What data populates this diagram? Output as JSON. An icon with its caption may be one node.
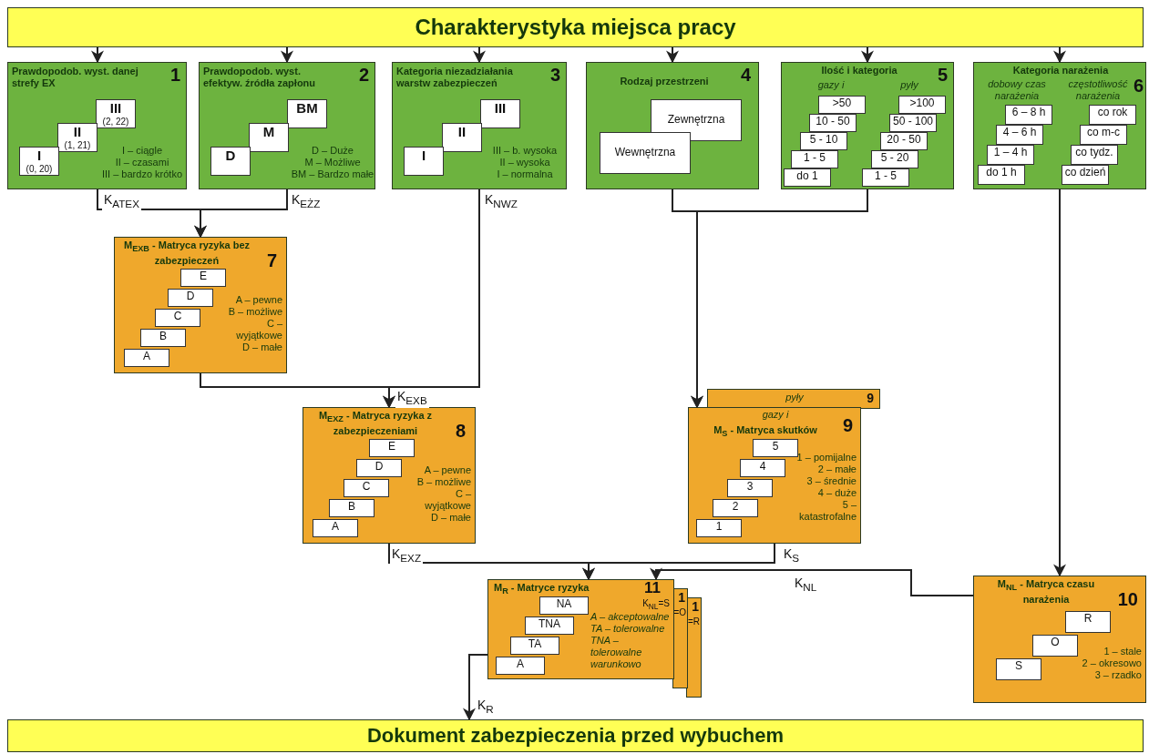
{
  "diagram": {
    "nodes": [
      {
        "text": [
          "Charakterystyka  miejsca pracy"
        ]
      },
      {
        "text": [
          "Prawdopodob. wyst. danej strefy EX",
          "1",
          "I – ciągle",
          "II – czasami",
          "III – bardzo krótko"
        ]
      },
      {
        "text": [
          "III",
          "(2, 22)"
        ],
        "in": 1
      },
      {
        "text": [
          "II",
          "(1, 21)"
        ],
        "in": 1
      },
      {
        "text": [
          "I",
          "(0, 20)"
        ],
        "in": 1
      },
      {
        "text": [
          "Prawdopodob. wyst. efektyw. źródła zapłonu",
          "2",
          "D – Duże",
          "M – Możliwe",
          "BM – Bardzo małe"
        ]
      },
      {
        "text": [
          "BM"
        ],
        "in": 5
      },
      {
        "text": [
          "M"
        ],
        "in": 5
      },
      {
        "text": [
          "D"
        ],
        "in": 5
      },
      {
        "text": [
          "Kategoria niezadziałania warstw zabezpieczeń",
          "3",
          "III – b. wysoka",
          "II – wysoka",
          "I – normalna"
        ]
      },
      {
        "text": [
          "III"
        ],
        "in": 9
      },
      {
        "text": [
          "II"
        ],
        "in": 9
      },
      {
        "text": [
          "I"
        ],
        "in": 9
      },
      {
        "text": [
          "Rodzaj przestrzeni",
          "4"
        ]
      },
      {
        "text": [
          "Zewnętrzna"
        ],
        "in": 13
      },
      {
        "text": [
          "Wewnętrzna"
        ],
        "in": 13
      },
      {
        "text": [
          "Ilość i kategoria",
          "gazy i",
          "pyły",
          "5"
        ]
      },
      {
        "text": [
          ">50"
        ],
        "in": 16
      },
      {
        "text": [
          "10 - 50"
        ],
        "in": 16
      },
      {
        "text": [
          "5 - 10"
        ],
        "in": 16
      },
      {
        "text": [
          "1 - 5"
        ],
        "in": 16
      },
      {
        "text": [
          "do 1"
        ],
        "in": 16
      },
      {
        "text": [
          ">100"
        ],
        "in": 16
      },
      {
        "text": [
          "50 - 100"
        ],
        "in": 16
      },
      {
        "text": [
          "20 - 50"
        ],
        "in": 16
      },
      {
        "text": [
          "5 - 20"
        ],
        "in": 16
      },
      {
        "text": [
          "1 - 5"
        ],
        "in": 16
      },
      {
        "text": [
          "Kategoria narażenia",
          "dobowy czas narażenia",
          "częstotliwość narażenia",
          "6"
        ]
      },
      {
        "text": [
          "6 – 8 h"
        ],
        "in": 27
      },
      {
        "text": [
          "4 – 6 h"
        ],
        "in": 27
      },
      {
        "text": [
          "1 – 4 h"
        ],
        "in": 27
      },
      {
        "text": [
          "do 1 h"
        ],
        "in": 27
      },
      {
        "text": [
          "co rok"
        ],
        "in": 27
      },
      {
        "text": [
          "co m-c"
        ],
        "in": 27
      },
      {
        "text": [
          "co tydz."
        ],
        "in": 27
      },
      {
        "text": [
          "co dzień"
        ],
        "in": 27
      },
      {
        "text": [
          "M$_{EXB}$ - Matryca ryzyka bez zabezpieczeń",
          "7",
          "A – pewne",
          "B – możliwe",
          "C – wyjątkowe",
          "D – małe"
        ]
      },
      {
        "text": [
          "E"
        ],
        "in": 36
      },
      {
        "text": [
          "D"
        ],
        "in": 36
      },
      {
        "text": [
          "C"
        ],
        "in": 36
      },
      {
        "text": [
          "B"
        ],
        "in": 36
      },
      {
        "text": [
          "A"
        ],
        "in": 36
      },
      {
        "text": [
          "M$_{EXZ}$ - Matryca ryzyka z zabezpieczeniami",
          "8",
          "A – pewne",
          "B – możliwe",
          "C – wyjątkowe",
          "D – małe"
        ]
      },
      {
        "text": [
          "E"
        ],
        "in": 42
      },
      {
        "text": [
          "D"
        ],
        "in": 42
      },
      {
        "text": [
          "C"
        ],
        "in": 42
      },
      {
        "text": [
          "B"
        ],
        "in": 42
      },
      {
        "text": [
          "A"
        ],
        "in": 42
      },
      {
        "text": [
          "pyły",
          "9"
        ]
      },
      {
        "text": [
          "gazy i",
          "9",
          "M$_{S}$ - Matryca skutków",
          "1 – pomijalne",
          "2 – małe",
          "3 – średnie",
          "4 – duże",
          "5 – katastrofalne"
        ]
      },
      {
        "text": [
          "5"
        ],
        "in": 49
      },
      {
        "text": [
          "4"
        ],
        "in": 49
      },
      {
        "text": [
          "3"
        ],
        "in": 49
      },
      {
        "text": [
          "2"
        ],
        "in": 49
      },
      {
        "text": [
          "1"
        ],
        "in": 49
      },
      {
        "text": [
          "M$_{NL}$ - Matryca czasu narażenia",
          "10",
          "1 – stale",
          "2 – okresowo",
          "3 – rzadko"
        ]
      },
      {
        "text": [
          "R"
        ],
        "in": 55
      },
      {
        "text": [
          "O"
        ],
        "in": 55
      },
      {
        "text": [
          "S"
        ],
        "in": 55
      },
      {
        "text": [
          "M$_{R}$ - Matryce ryzyka",
          "11",
          "K$_{NL}$=S",
          "A – akceptowalne",
          "TA – tolerowalne",
          "TNA – tolerowalne warunkowo"
        ]
      },
      {
        "text": [
          "NA"
        ],
        "in": 59
      },
      {
        "text": [
          "TNA"
        ],
        "in": 59
      },
      {
        "text": [
          "TA"
        ],
        "in": 59
      },
      {
        "text": [
          "A"
        ],
        "in": 59
      },
      {
        "text": [
          "1",
          "=O"
        ]
      },
      {
        "text": [
          "1",
          "=R"
        ]
      },
      {
        "text": [
          "Dokument zabezpieczenia przed wybuchem"
        ]
      }
    ],
    "edges": [
      {
        "from": 0,
        "to": 1,
        "arrow": "to"
      },
      {
        "from": 0,
        "to": 5,
        "arrow": "to"
      },
      {
        "from": 0,
        "to": 9,
        "arrow": "to"
      },
      {
        "from": 0,
        "to": 13,
        "arrow": "to"
      },
      {
        "from": 0,
        "to": 16,
        "arrow": "to"
      },
      {
        "from": 0,
        "to": 27,
        "arrow": "to"
      },
      {
        "from": 1,
        "to": 36,
        "arrow": "to",
        "label": "K$_{ATEX}$"
      },
      {
        "from": 5,
        "to": 36,
        "arrow": "to",
        "label": "K$_{EŻZ}$"
      },
      {
        "from": 36,
        "to": 42,
        "arrow": "to",
        "label": "K$_{EXB}$"
      },
      {
        "from": 9,
        "to": 42,
        "arrow": "to",
        "label": "K$_{NWZ}$"
      },
      {
        "from": 13,
        "to": 49,
        "arrow": "to"
      },
      {
        "from": 16,
        "to": 49,
        "arrow": "to"
      },
      {
        "from": 27,
        "to": 55,
        "arrow": "to"
      },
      {
        "from": 42,
        "to": 59,
        "arrow": "to",
        "label": "K$_{EXZ}$"
      },
      {
        "from": 49,
        "to": 59,
        "arrow": "to",
        "label": "K$_{S}$"
      },
      {
        "from": 55,
        "to": 59,
        "arrow": "to",
        "label": "K$_{NL}$"
      },
      {
        "from": 59,
        "to": 66,
        "arrow": "to",
        "label": "K$_{R}$"
      }
    ]
  }
}
